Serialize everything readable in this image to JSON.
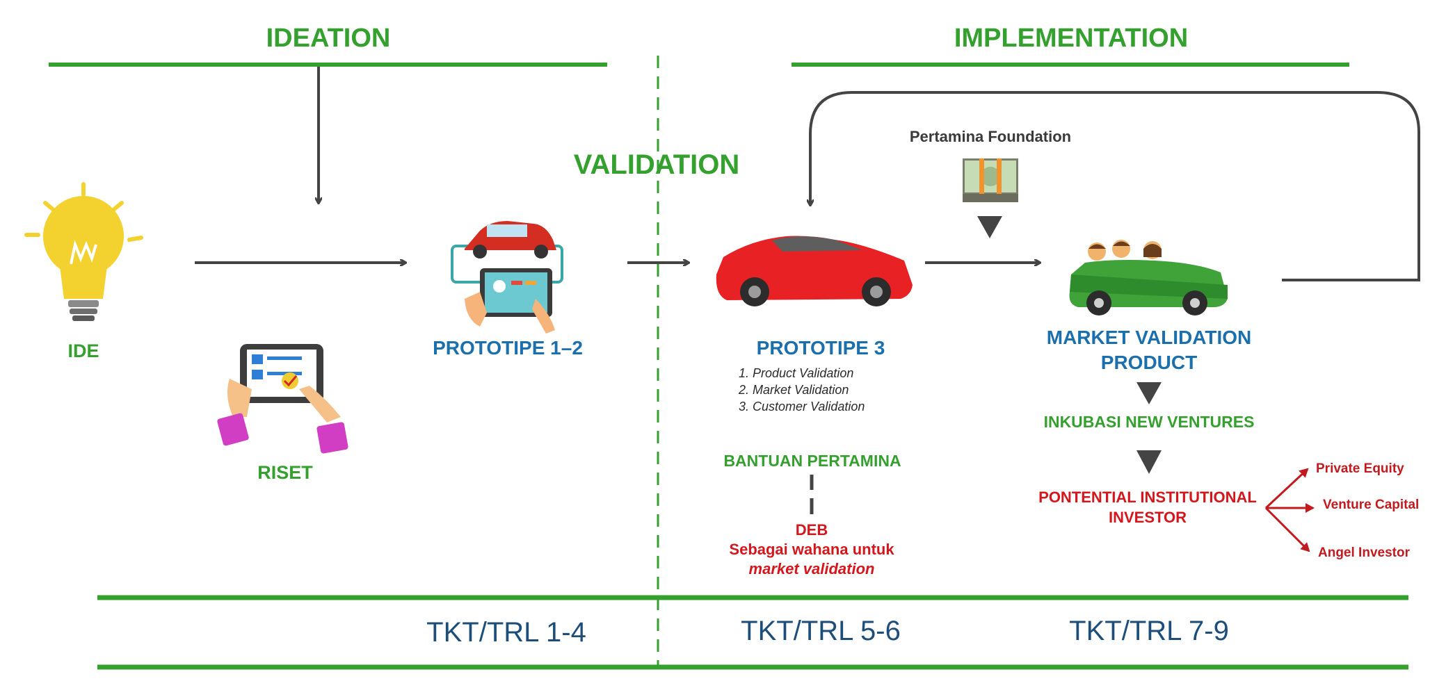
{
  "headers": {
    "ideation": "IDEATION",
    "validation": "VALIDATION",
    "implementation": "IMPLEMENTATION"
  },
  "nodes": {
    "ide": "IDE",
    "riset": "RISET",
    "prototipe12": "PROTOTIPE 1–2",
    "prototipe3": "PROTOTIPE 3",
    "prototipe3_items": [
      "1. Product Validation",
      "2. Market Validation",
      "3. Customer Validation"
    ],
    "bantuan": "BANTUAN PERTAMINA",
    "deb_title": "DEB",
    "deb_line1": "Sebagai wahana untuk",
    "deb_line2": "market validation",
    "foundation": "Pertamina Foundation",
    "mvp_line1": "MARKET VALIDATION",
    "mvp_line2": "PRODUCT",
    "inkubasi": "INKUBASI NEW VENTURES",
    "investor_line1": "PONTENTIAL INSTITUTIONAL",
    "investor_line2": "INVESTOR",
    "investor_types": [
      "Private Equity",
      "Venture Capital",
      "Angel Investor"
    ]
  },
  "levels": [
    "TKT/TRL 1-4",
    "TKT/TRL 5-6",
    "TKT/TRL 7-9"
  ],
  "colors": {
    "green": "#34a02e",
    "blue": "#1b6fad",
    "red": "#d5161c",
    "arrow": "#444444",
    "level_text": "#1d4e7a"
  }
}
